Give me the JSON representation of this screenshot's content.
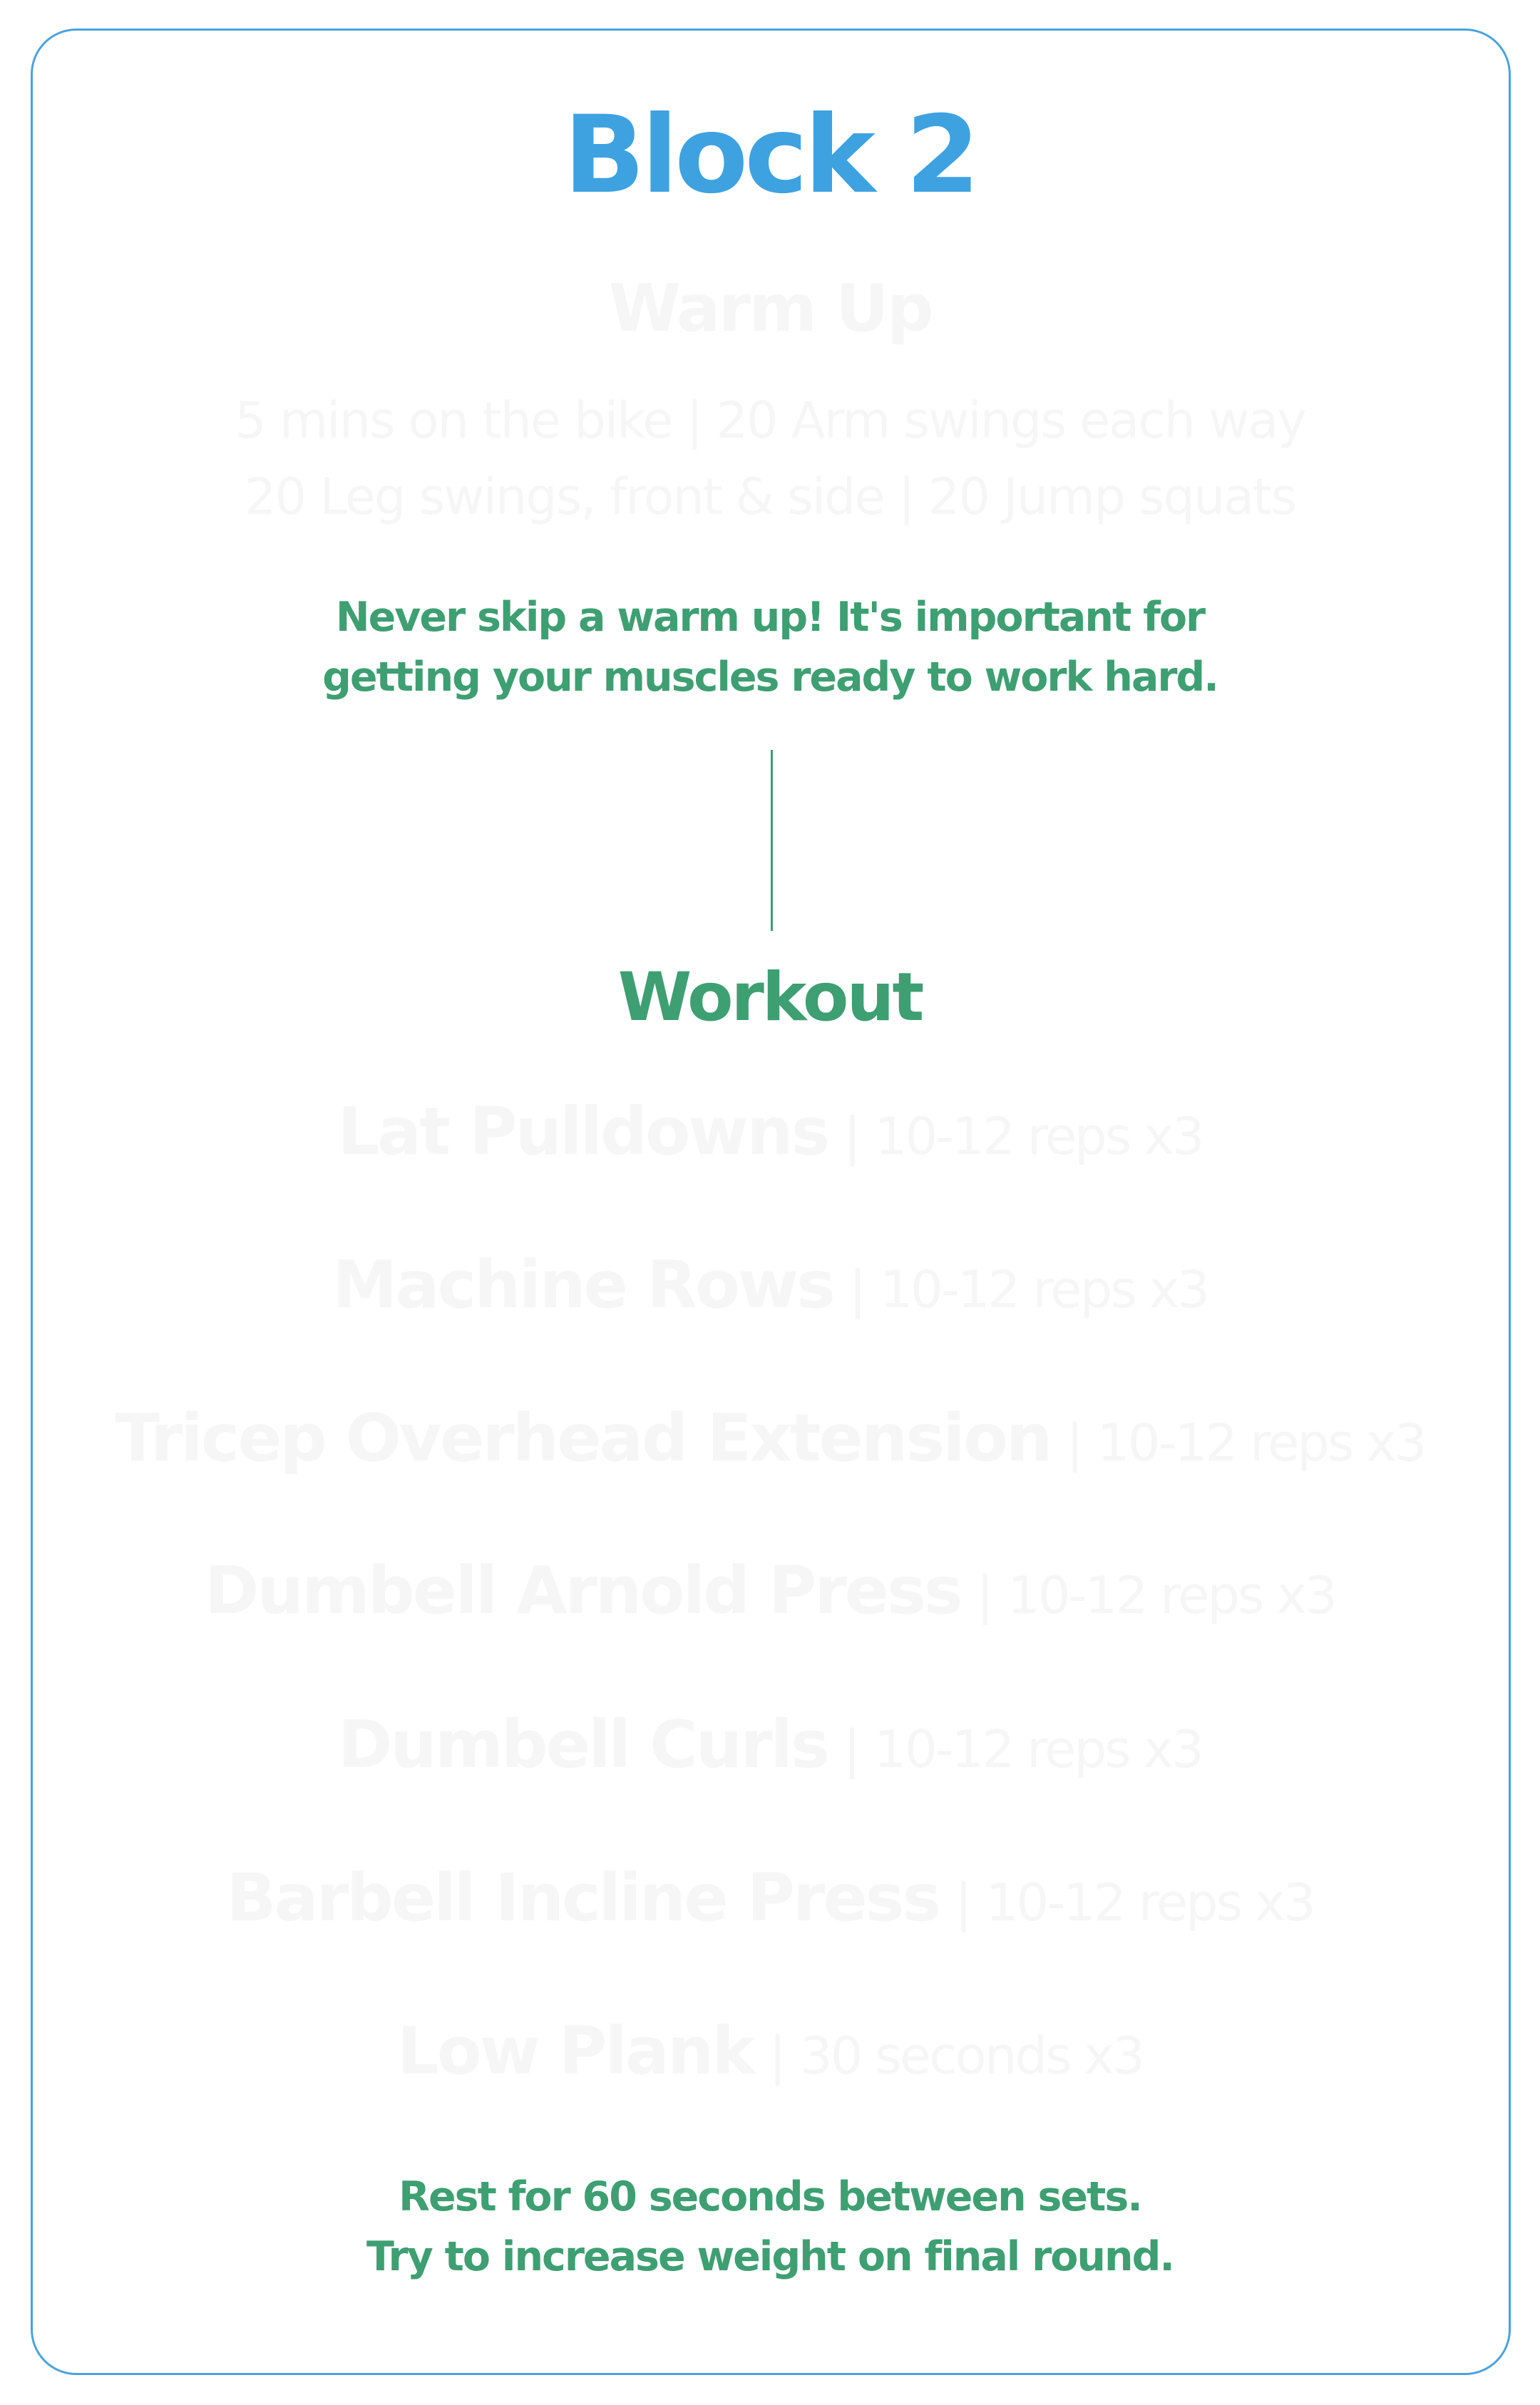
{
  "title": "Block 2",
  "warm_up": {
    "heading": "Warm Up",
    "lines": [
      "5 mins on the bike  |  20 Arm swings each way",
      "20 Leg swings, front & side  |  20 Jump squats"
    ],
    "note_lines": [
      "Never skip a warm up! It's important for",
      "getting your muscles ready to work hard."
    ]
  },
  "workout": {
    "heading": "Workout",
    "separator": "|",
    "exercises": [
      {
        "name": "Lat Pulldowns",
        "detail": "10-12 reps x3"
      },
      {
        "name": "Machine Rows",
        "detail": "10-12 reps x3"
      },
      {
        "name": "Tricep Overhead Extension",
        "detail": "10-12 reps x3"
      },
      {
        "name": "Dumbell Arnold Press",
        "detail": "10-12 reps x3"
      },
      {
        "name": "Dumbell Curls",
        "detail": "10-12 reps x3"
      },
      {
        "name": "Barbell Incline Press",
        "detail": "10-12 reps x3"
      },
      {
        "name": "Low Plank",
        "detail": "30 seconds x3"
      }
    ],
    "note_lines": [
      "Rest for 60 seconds between sets.",
      "Try to increase weight on final round."
    ]
  },
  "colors": {
    "title": "#3ea2e0",
    "accent_green": "#3e9f72",
    "faded_text": "#f6f6f6",
    "border": "#4aa3de"
  }
}
